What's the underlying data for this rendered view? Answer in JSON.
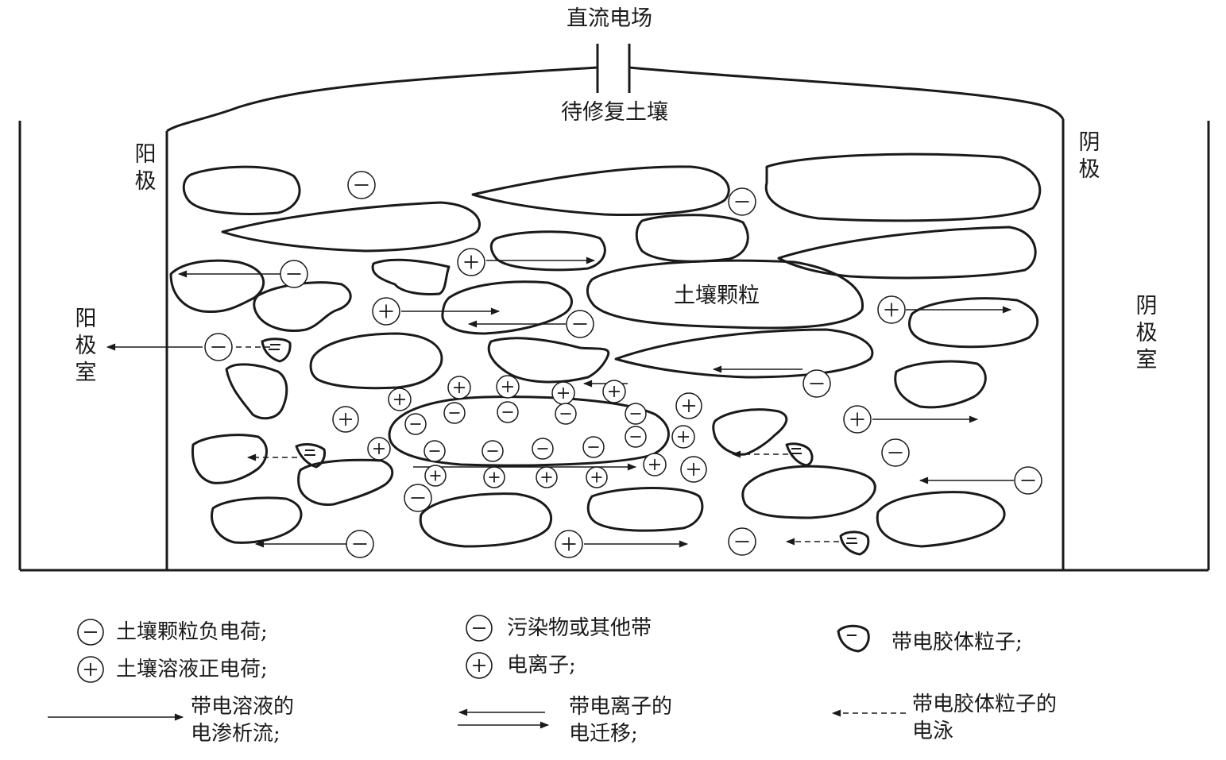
{
  "labels": {
    "dc_field": "直流电场",
    "soil_to_repair": "待修复土壤",
    "anode": "阳极",
    "cathode": "阴极",
    "anode_chamber": "阳极室",
    "cathode_chamber": "阴极室",
    "soil_particle": "土壤颗粒"
  },
  "legend": {
    "neg_charge": "土壤颗粒负电荷;",
    "pos_charge": "土壤溶液正电荷;",
    "pollutant": "污染物或其他带",
    "ion": "电离子;",
    "colloid": "带电胶体粒子;",
    "eo_line1": "带电溶液的",
    "eo_line2": "电渗析流;",
    "em_line1": "带电离子的",
    "em_line2": "电迁移;",
    "ep_line1": "带电胶体粒子的",
    "ep_line2": "电泳"
  },
  "symbols": {
    "minus": "−",
    "plus": "+"
  },
  "colors": {
    "ink": "#1a1a1a",
    "background": "#ffffff"
  }
}
